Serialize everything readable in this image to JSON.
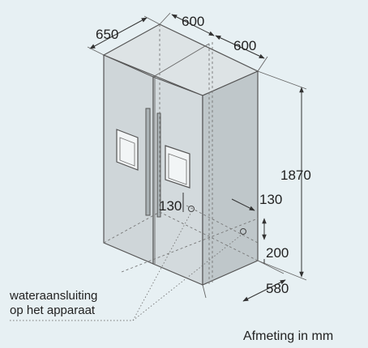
{
  "dimensions": {
    "depth_top": "650",
    "width_top": "600",
    "width_right": "600",
    "height": "1870",
    "water_offset_left": "130",
    "water_offset_right": "130",
    "water_height": "200",
    "depth_bottom": "580"
  },
  "caption": {
    "line1": "wateraansluiting",
    "line2": "op het apparaat"
  },
  "unit_note": "Afmeting in mm",
  "colors": {
    "background": "#e7f0f3",
    "face_front": "#cfd6d9",
    "face_side": "#bfc7ca",
    "face_top": "#dde3e5",
    "lines": "#555555"
  }
}
